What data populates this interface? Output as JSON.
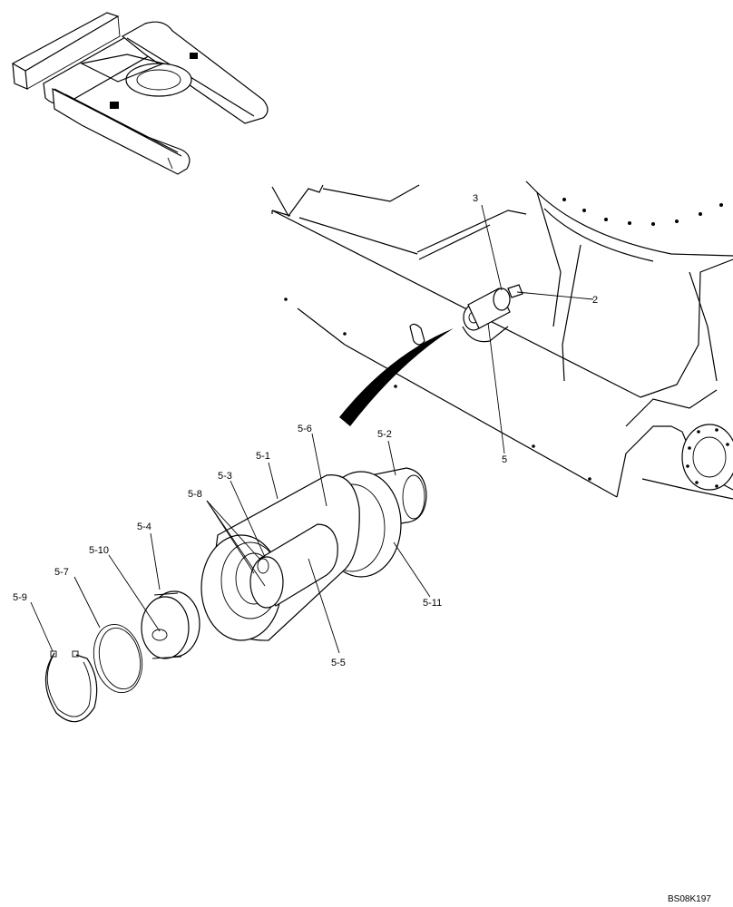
{
  "labels": {
    "l3": "3",
    "l2": "2",
    "l5": "5",
    "l5_1": "5-1",
    "l5_2": "5-2",
    "l5_3": "5-3",
    "l5_4": "5-4",
    "l5_5": "5-5",
    "l5_6": "5-6",
    "l5_7": "5-7",
    "l5_8": "5-8",
    "l5_9": "5-9",
    "l5_10": "5-10",
    "l5_11": "5-11"
  },
  "drawing_code": "BS08K197",
  "icons": {
    "overview": "excavator-undercarriage-thumbnail",
    "frame": "track-frame-icon",
    "roller": "carrier-roller-assembly-icon"
  }
}
